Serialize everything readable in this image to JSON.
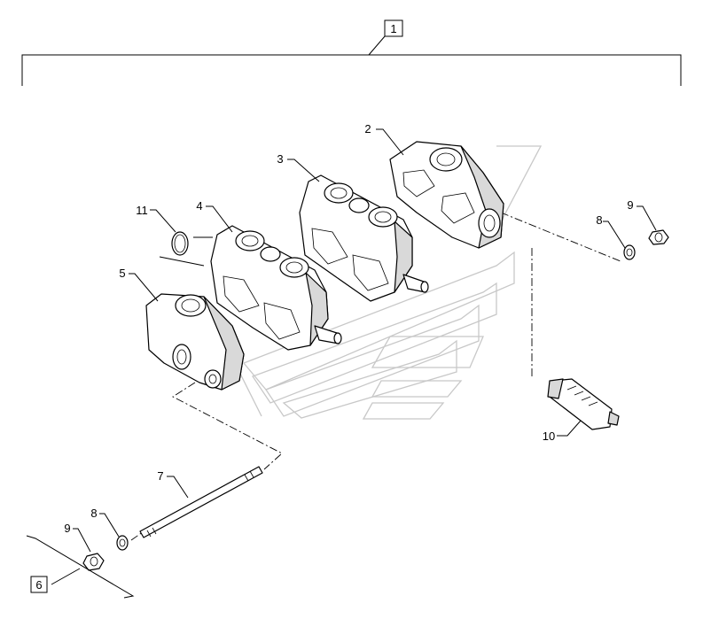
{
  "callouts": {
    "c1": "1",
    "c2": "2",
    "c3": "3",
    "c4": "4",
    "c5": "5",
    "c6": "6",
    "c7": "7",
    "c8a": "8",
    "c8b": "8",
    "c9a": "9",
    "c9b": "9",
    "c10": "10",
    "c11": "11"
  },
  "icons": {
    "watermark": "logo-watermark-icon"
  },
  "colors": {
    "line": "#000000",
    "shade": "#cfcfcf",
    "watermark": "#c8c8c8"
  }
}
